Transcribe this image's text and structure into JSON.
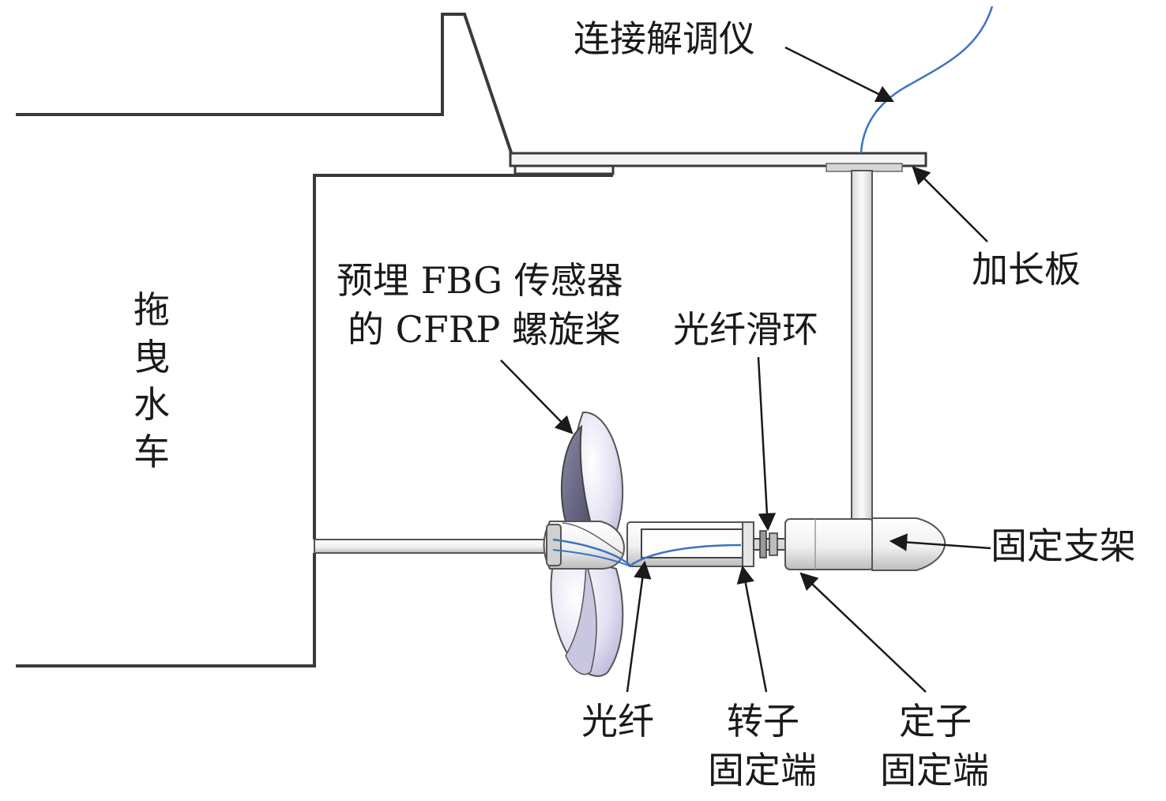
{
  "labels": {
    "demodulator": "连接解调仪",
    "extension_plate": "加长板",
    "towing_carriage": "拖曳水车",
    "propeller_line1": "预埋 FBG 传感器",
    "propeller_line2": "的 CFRP 螺旋桨",
    "slip_ring": "光纤滑环",
    "fixed_bracket": "固定支架",
    "fiber": "光纤",
    "rotor_line1": "转子",
    "rotor_line2": "固定端",
    "stator_line1": "定子",
    "stator_line2": "固定端"
  },
  "colors": {
    "outline": "#3a3a3a",
    "fiber": "#3b73c4",
    "blade_light": "#e6e4f4",
    "blade_dark": "#5a5a7c",
    "metal": "#f2f2f2"
  }
}
